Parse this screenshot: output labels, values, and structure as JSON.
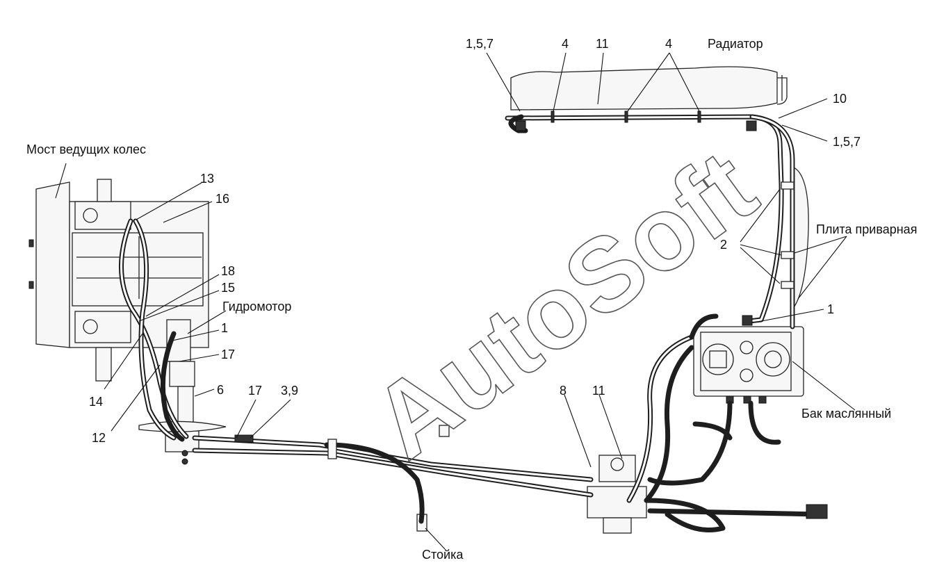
{
  "watermark": "AutoSoft",
  "labels": {
    "radiator": "Радиатор",
    "drive_axle": "Мост ведущих колес",
    "hydromotor": "Гидромотор",
    "welded_plate": "Плита приварная",
    "oil_tank": "Бак маслянный",
    "stand": "Стойка"
  },
  "callouts": {
    "c_157_top": "1,5,7",
    "c_4_a": "4",
    "c_11_top": "11",
    "c_4_b": "4",
    "c_10": "10",
    "c_157_right": "1,5,7",
    "c_13": "13",
    "c_16": "16",
    "c_18": "18",
    "c_15": "15",
    "c_1_left": "1",
    "c_17_left": "17",
    "c_6": "6",
    "c_14": "14",
    "c_12": "12",
    "c_17_mid": "17",
    "c_39": "3,9",
    "c_8": "8",
    "c_11_bottom": "11",
    "c_2": "2",
    "c_1_right": "1"
  },
  "colors": {
    "line": "#1e1e1e",
    "background": "#ffffff",
    "watermark": "#555555"
  }
}
